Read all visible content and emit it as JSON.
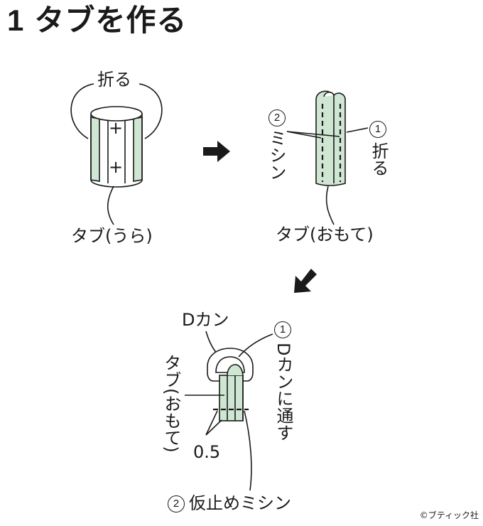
{
  "title": {
    "number": "1",
    "text": "タブを作る"
  },
  "step1": {
    "fold_label": "折る",
    "plus": "+",
    "tab_label": "タブ(うら)"
  },
  "step2": {
    "num1": "1",
    "fold_label": "折る",
    "num2": "2",
    "sew_label": "ミシン",
    "tab_label": "タブ(おもて)"
  },
  "step3": {
    "dring_label": "Dカン",
    "num1": "1",
    "pass_label": "Dカンに通す",
    "tab_label": "タブ(おもて)",
    "measure": "0.5",
    "num2": "2",
    "baste_label": "仮止めミシン"
  },
  "copyright": "©ブティック社",
  "colors": {
    "fabric": "#cfe6d3",
    "line": "#1a1a1a"
  }
}
